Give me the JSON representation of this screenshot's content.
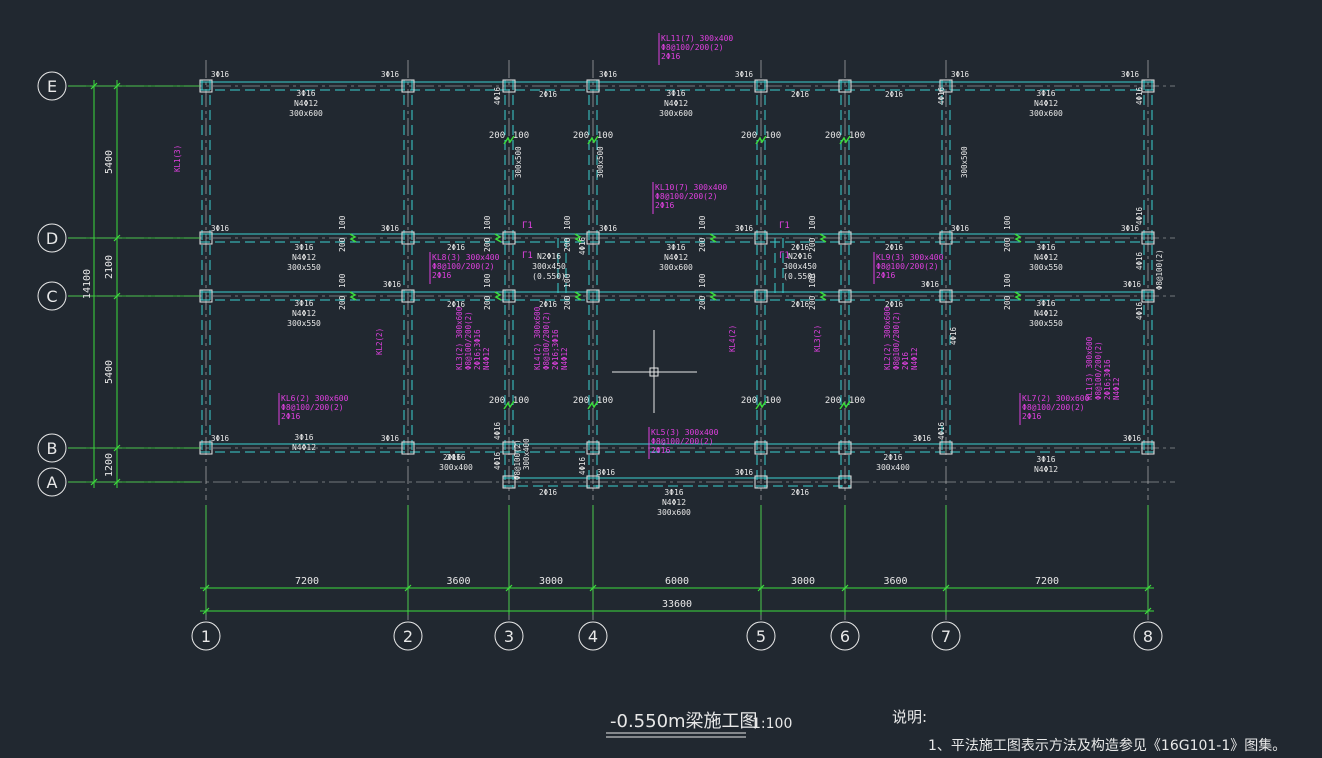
{
  "drawing_title": "-0.550m梁施工图",
  "scale": "1:100",
  "notes_title": "说明:",
  "notes": [
    "1、平法施工图表示方法及构造参见《16G101-1》图集。"
  ],
  "axes": {
    "columns": [
      "1",
      "2",
      "3",
      "4",
      "5",
      "6",
      "7",
      "8"
    ],
    "rows": [
      "E",
      "D",
      "C",
      "B",
      "A"
    ]
  },
  "dimensions": {
    "bottom_spans": [
      "7200",
      "3600",
      "3000",
      "6000",
      "3000",
      "3600",
      "7200"
    ],
    "bottom_total": "33600",
    "left_spans": [
      "5400",
      "2100",
      "5400",
      "1200"
    ],
    "left_total": "14100"
  },
  "beam_labels": [
    {
      "id": "kl11",
      "lines": [
        "KL11(7) 300x400",
        "Φ8@100/200(2)",
        "2Φ16"
      ]
    },
    {
      "id": "kl10",
      "lines": [
        "KL10(7) 300x400",
        "Φ8@100/200(2)",
        "2Φ16"
      ]
    },
    {
      "id": "kl8",
      "lines": [
        "KL8(3) 300x400",
        "Φ8@100/200(2)",
        "2Φ16"
      ]
    },
    {
      "id": "kl9",
      "lines": [
        "KL9(3) 300x400",
        "Φ8@100/200(2)",
        "2Φ16"
      ]
    },
    {
      "id": "kl6",
      "lines": [
        "KL6(2) 300x600",
        "Φ8@100/200(2)",
        "2Φ16"
      ]
    },
    {
      "id": "kl7",
      "lines": [
        "KL7(2) 300x600",
        "Φ8@100/200(2)",
        "2Φ16"
      ]
    },
    {
      "id": "kl5",
      "lines": [
        "KL5(3) 300x400",
        "Φ8@100/200(2)",
        "2Φ16"
      ]
    }
  ],
  "vertical_labels": [
    {
      "id": "kl1",
      "text": "KL1(3)"
    },
    {
      "id": "kl2",
      "text": "KL2(2)"
    },
    {
      "id": "kl3",
      "text": "KL3(2) 300x600"
    },
    {
      "id": "kl3b",
      "text": "Φ8@100/200(2)"
    },
    {
      "id": "kl3c",
      "text": "2Φ16;3Φ16"
    },
    {
      "id": "kl3d",
      "text": "N4Φ12"
    },
    {
      "id": "kl4",
      "text": "KL4(2) 300x600"
    },
    {
      "id": "kl4b",
      "text": "Φ8@100/200(2)"
    },
    {
      "id": "kl4c",
      "text": "2Φ16;3Φ16"
    },
    {
      "id": "kl4d",
      "text": "N4Φ12"
    },
    {
      "id": "kl4r",
      "text": "KL4(2)"
    },
    {
      "id": "kl3r",
      "text": "KL3(2)"
    },
    {
      "id": "kl2r",
      "text": "KL2(2) 300x600"
    },
    {
      "id": "kl2rb",
      "text": "Φ8@100/200(2)"
    },
    {
      "id": "kl2rc",
      "text": "2Φ16"
    },
    {
      "id": "kl2rd",
      "text": "N4Φ12"
    },
    {
      "id": "kl1r",
      "text": "KL1(3) 300x600"
    },
    {
      "id": "kl1rb",
      "text": "Φ8@100/200(2)"
    },
    {
      "id": "kl1rc",
      "text": "2Φ16;3Φ16"
    },
    {
      "id": "kl1rd",
      "text": "N4Φ12"
    },
    {
      "id": "s1",
      "text": "300x500"
    },
    {
      "id": "s2",
      "text": "300x500"
    },
    {
      "id": "s3",
      "text": "300x500"
    },
    {
      "id": "s4",
      "text": "Φ8@100(2)"
    },
    {
      "id": "s5",
      "text": "Φ8@100(2)"
    },
    {
      "id": "s6",
      "text": "300x400"
    },
    {
      "id": "s7",
      "text": "4Φ16"
    }
  ],
  "span_notes": [
    {
      "id": "e1",
      "lines": [
        "3Φ16",
        "N4Φ12",
        "300x600"
      ]
    },
    {
      "id": "e4",
      "lines": [
        "3Φ16",
        "N4Φ12",
        "300x600"
      ]
    },
    {
      "id": "e7",
      "lines": [
        "3Φ16",
        "N4Φ12",
        "300x600"
      ]
    },
    {
      "id": "d1",
      "lines": [
        "3Φ16",
        "N4Φ12",
        "300x550"
      ]
    },
    {
      "id": "d4",
      "lines": [
        "3Φ16",
        "N4Φ12",
        "300x600"
      ]
    },
    {
      "id": "d7",
      "lines": [
        "3Φ16",
        "N4Φ12",
        "300x550"
      ]
    },
    {
      "id": "c1",
      "lines": [
        "3Φ16",
        "N4Φ12",
        "300x550"
      ]
    },
    {
      "id": "c7",
      "lines": [
        "3Φ16",
        "N4Φ12",
        "300x550"
      ]
    },
    {
      "id": "n3",
      "lines": [
        "N2Φ16",
        "300x450",
        "(0.550)"
      ]
    },
    {
      "id": "n5",
      "lines": [
        "N2Φ16",
        "300x450",
        "(0.550)"
      ]
    },
    {
      "id": "b1",
      "lines": [
        "3Φ16",
        "N4Φ12"
      ]
    },
    {
      "id": "b2",
      "lines": [
        "2Φ16",
        "300x400"
      ]
    },
    {
      "id": "b6",
      "lines": [
        "2Φ16",
        "300x400"
      ]
    },
    {
      "id": "b7",
      "lines": [
        "3Φ16",
        "N4Φ12"
      ]
    },
    {
      "id": "a4",
      "lines": [
        "3Φ16",
        "N4Φ12",
        "300x600"
      ]
    }
  ],
  "small_texts": [
    "3Φ16",
    "2Φ16",
    "4Φ16",
    "100",
    "200",
    "Γ1"
  ]
}
